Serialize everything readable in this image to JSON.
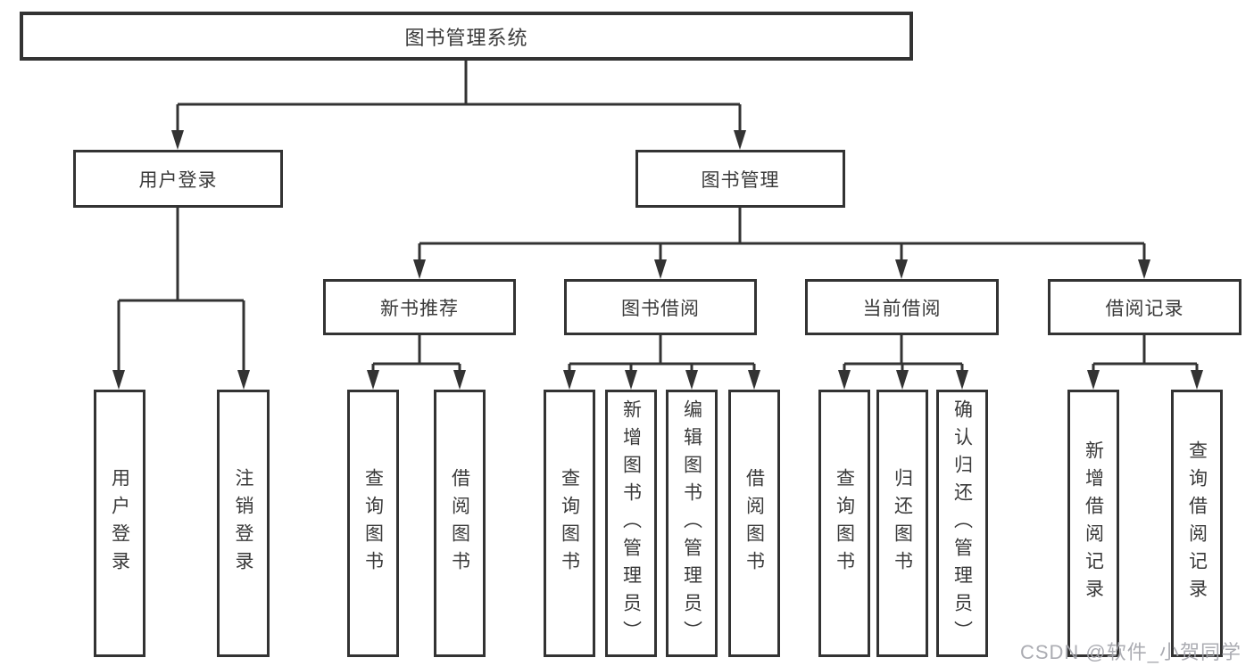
{
  "diagram": {
    "title": "图书管理系统",
    "colors": {
      "line": "#333333",
      "box_border": "#333333",
      "text": "#3a3a3a",
      "watermark": "#a4a5ac",
      "background": "#ffffff"
    },
    "nodes": {
      "root": "图书管理系统",
      "login": {
        "label": "用户登录",
        "children": [
          "用户登录",
          "注销登录"
        ]
      },
      "mgmt": {
        "label": "图书管理"
      },
      "rec": {
        "label": "新书推荐",
        "children": [
          "查询图书",
          "借阅图书"
        ]
      },
      "borrow": {
        "label": "图书借阅",
        "children": [
          "查询图书",
          "新增图书（管理员）",
          "编辑图书（管理员）",
          "借阅图书"
        ]
      },
      "current": {
        "label": "当前借阅",
        "children": [
          "查询图书",
          "归还图书",
          "确认归还（管理员）"
        ]
      },
      "records": {
        "label": "借阅记录",
        "children": [
          "新增借阅记录",
          "查询借阅记录"
        ]
      }
    }
  },
  "watermark": {
    "text": "CSDN @软件_小贺同学"
  }
}
